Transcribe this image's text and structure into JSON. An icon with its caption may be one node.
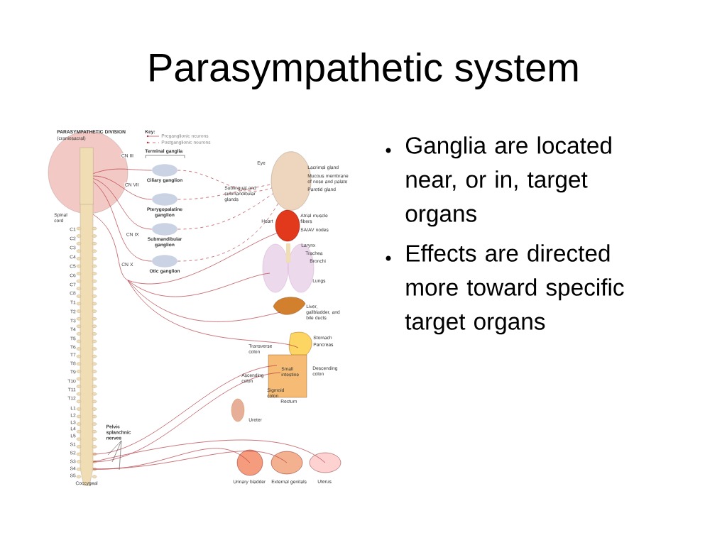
{
  "diagram": {
    "title": "Parasympathetic system",
    "nodes": [
      {
        "text": [
          "Ciliary ganglion"
        ]
      },
      {
        "text": [
          "Pterygopalatine ganglion"
        ]
      },
      {
        "text": [
          "Submandibular ganglion"
        ]
      },
      {
        "text": [
          "Otic ganglion"
        ]
      },
      {
        "text": [],
        "shape": "box"
      },
      {
        "text": [],
        "shape": "circle"
      },
      {
        "text": [
          "Pelvic splanchnic nerves"
        ]
      }
    ],
    "edges": [
      {
        "from": 4,
        "to": 0,
        "arrow": "none",
        "label": "CN III"
      },
      {
        "from": 4,
        "to": 1,
        "arrow": "none",
        "label": "CN VII"
      },
      {
        "from": 4,
        "to": 2,
        "arrow": "none"
      },
      {
        "from": 4,
        "to": 3,
        "arrow": "none",
        "label": "CN IX"
      },
      {
        "from": 0,
        "to": 5,
        "arrow": "none",
        "style": "dashed"
      },
      {
        "from": 1,
        "to": 5,
        "arrow": "none",
        "style": "dashed"
      },
      {
        "from": 2,
        "to": 5,
        "arrow": "none",
        "style": "dashed"
      },
      {
        "from": 3,
        "to": 5,
        "arrow": "none",
        "style": "dashed"
      },
      {
        "from": 6,
        "to": null,
        "arrow": "none",
        "color": "#333333"
      },
      {
        "from": 6,
        "to": null,
        "arrow": "none",
        "color": "#333333"
      },
      {
        "from": 6,
        "to": null,
        "arrow": "none",
        "color": "#333333"
      }
    ],
    "labels": [
      "PARASYMPATHETIC DIVISION",
      "(craniosacral)",
      "Key:",
      "Terminal ganglia",
      "Spinal cord",
      "Eye",
      "Lacrimal gland",
      "Mucous membrane of nose and palate",
      "Parotid gland",
      "Sublingual and submandibular glands",
      "Heart",
      "Atrial muscle fibers",
      "SA/AV nodes",
      "CN X",
      "Larynx",
      "Trachea",
      "Bronchi",
      "Lungs",
      "Liver, gallbladder, and bile ducts",
      "Stomach",
      "Pancreas",
      "Transverse colon",
      "Small intestine",
      "Descending colon",
      "Ascending colon",
      "Sigmoid colon",
      "Rectum",
      "Ureter",
      "Urinary bladder",
      "External genitals",
      "Uterus",
      "C1",
      "C2",
      "C3",
      "C4",
      "C5",
      "C6",
      "C7",
      "C8",
      "T1",
      "T2",
      "T3",
      "T4",
      "T5",
      "T6",
      "T7",
      "T8",
      "T9",
      "T10",
      "T11",
      "T12",
      "L1",
      "L2",
      "L3",
      "L4",
      "L5",
      "S1",
      "S2",
      "S3",
      "S4",
      "S5",
      "Coccygeal",
      "Ganglia are located near, or in, target organs",
      "Effects are directed more toward specific target organs"
    ],
    "legend": [
      {
        "text": "Preganglionic neurons"
      },
      {
        "text": "Postganglionic neurons"
      }
    ]
  }
}
